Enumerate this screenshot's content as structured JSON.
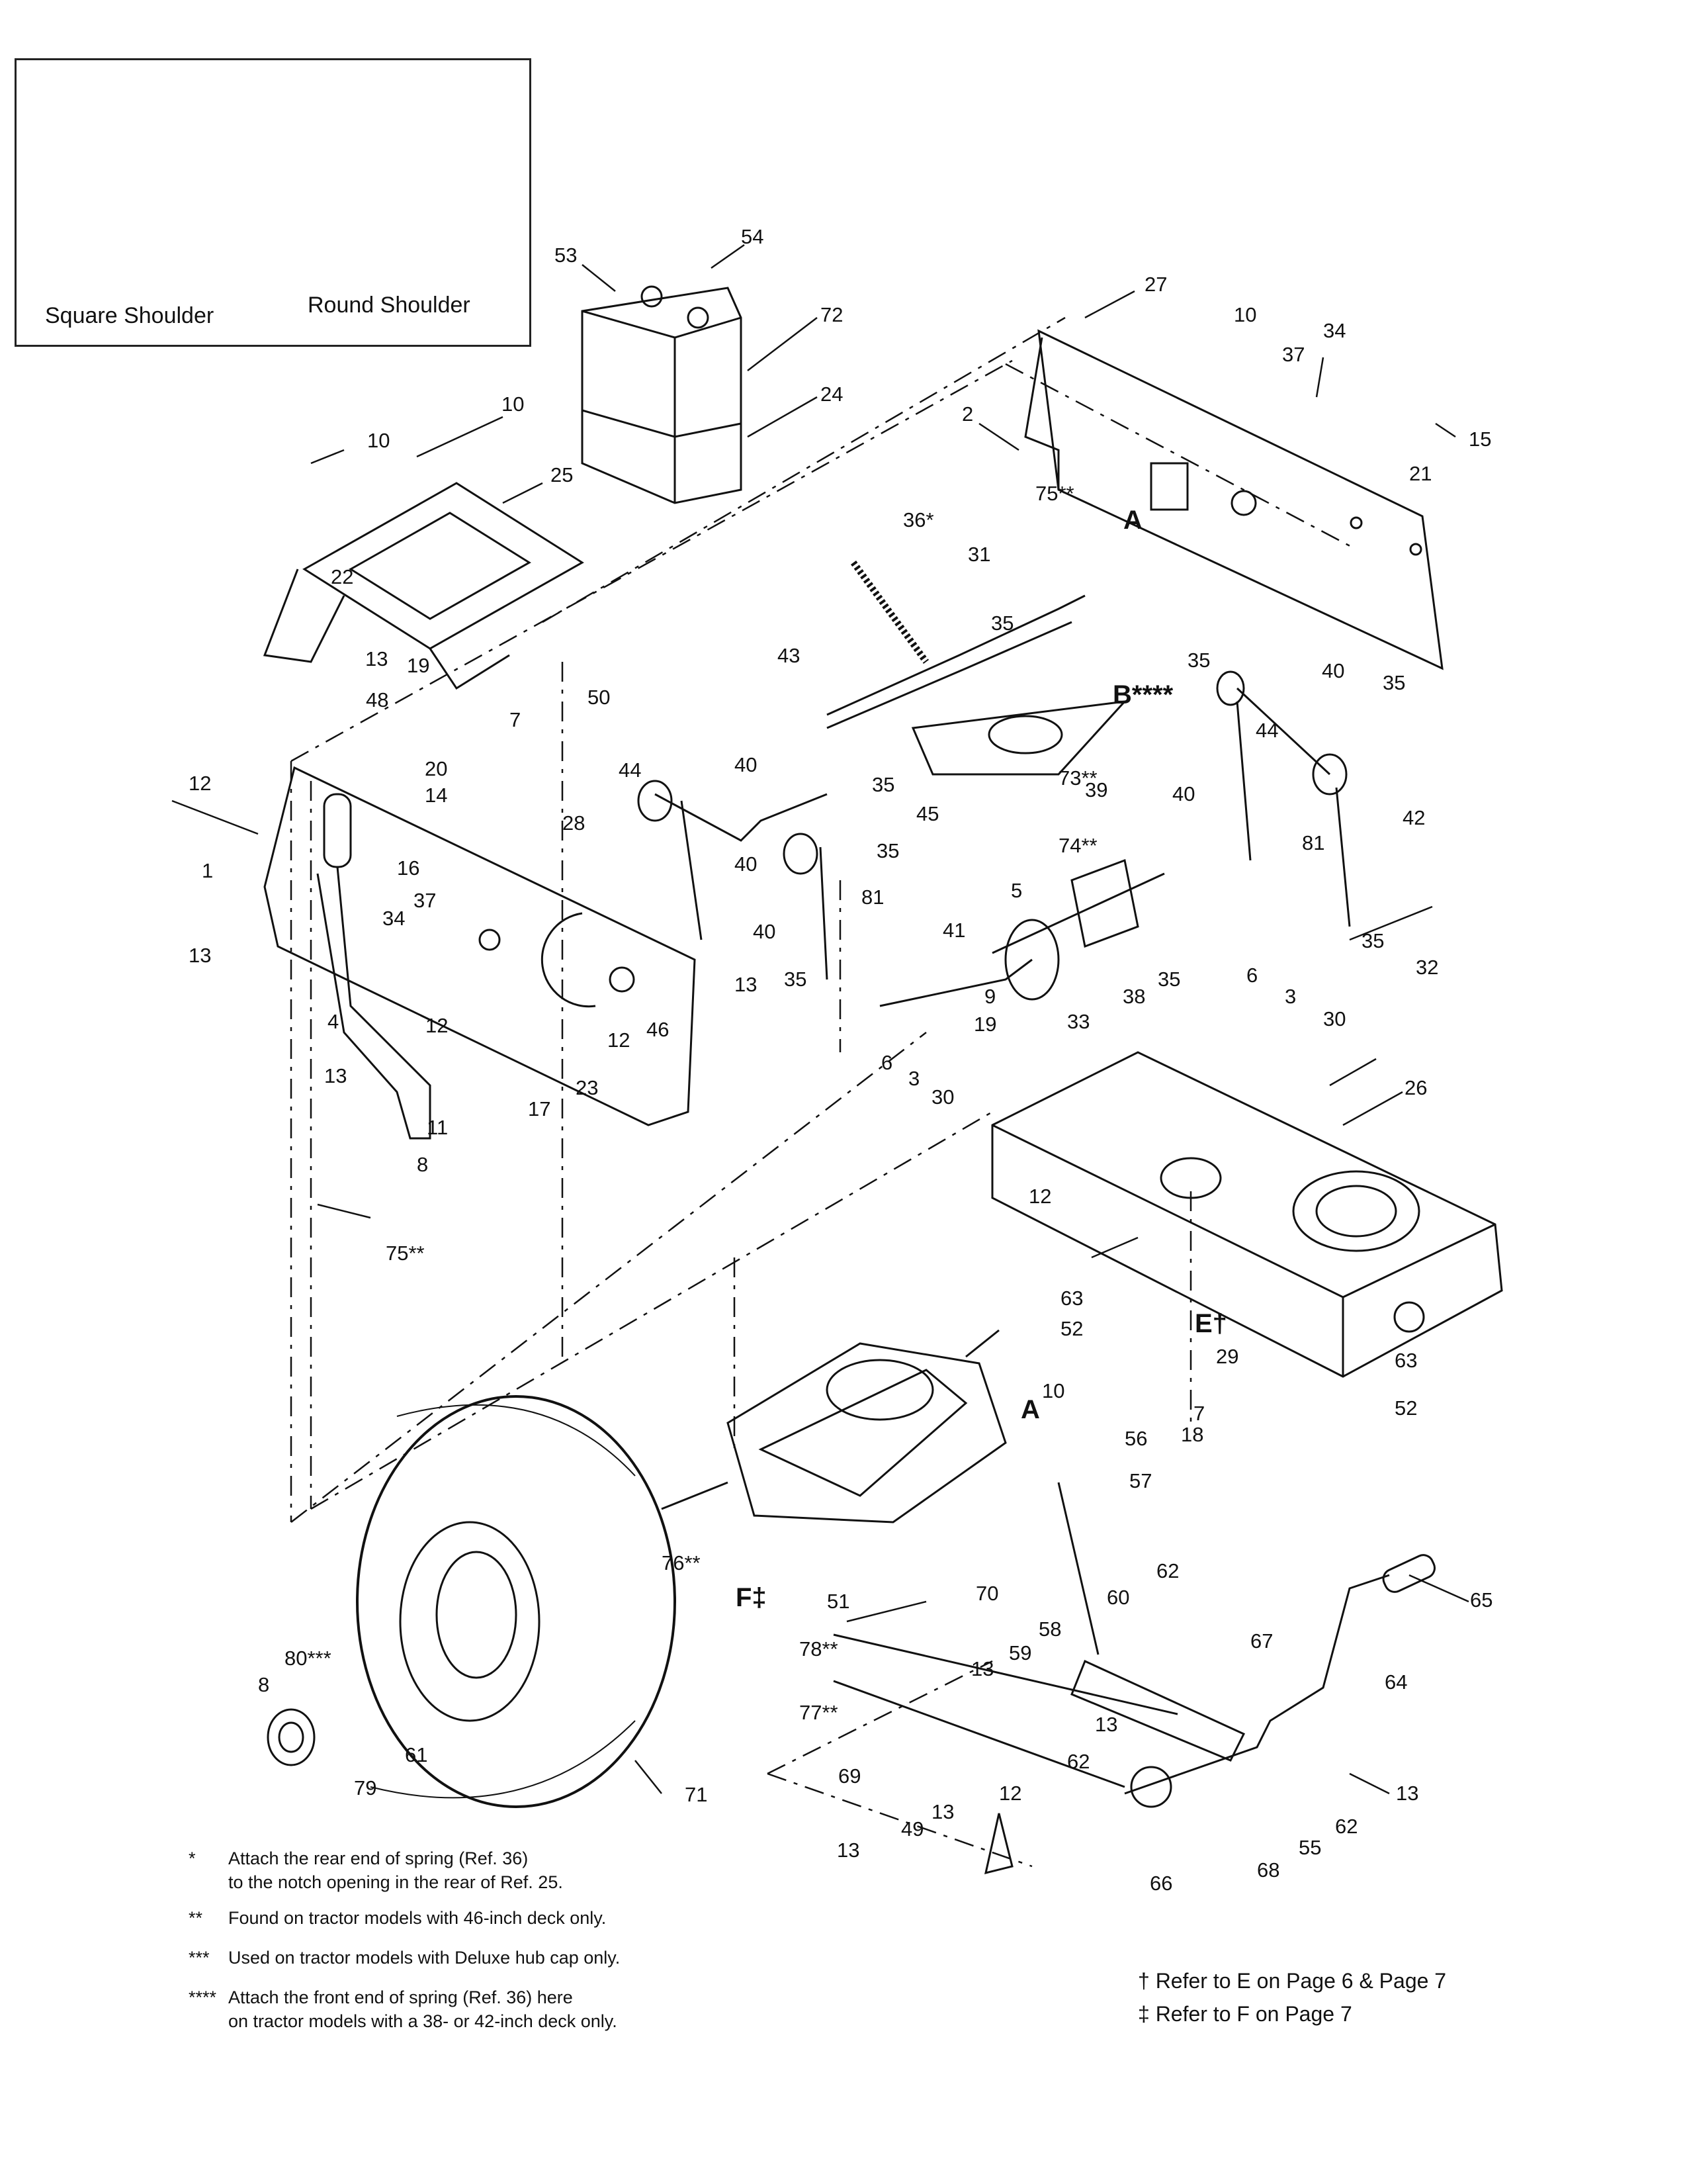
{
  "tire_legend": {
    "square_caption": "Square Shoulder",
    "round_caption": "Round Shoulder"
  },
  "callouts": [
    {
      "id": "c54",
      "text": "54"
    },
    {
      "id": "c53",
      "text": "53"
    },
    {
      "id": "c27",
      "text": "27"
    },
    {
      "id": "c72",
      "text": "72"
    },
    {
      "id": "c34a",
      "text": "34"
    },
    {
      "id": "c10a",
      "text": "10"
    },
    {
      "id": "c37a",
      "text": "37"
    },
    {
      "id": "c24",
      "text": "24"
    },
    {
      "id": "c10b",
      "text": "10"
    },
    {
      "id": "c2",
      "text": "2"
    },
    {
      "id": "c15",
      "text": "15"
    },
    {
      "id": "c10c",
      "text": "10"
    },
    {
      "id": "c21",
      "text": "21"
    },
    {
      "id": "c25",
      "text": "25"
    },
    {
      "id": "c75a",
      "text": "75**"
    },
    {
      "id": "cA1",
      "text": "A"
    },
    {
      "id": "c36",
      "text": "36*"
    },
    {
      "id": "c22",
      "text": "22"
    },
    {
      "id": "c31",
      "text": "31"
    },
    {
      "id": "c35a",
      "text": "35"
    },
    {
      "id": "c35b",
      "text": "35"
    },
    {
      "id": "c43",
      "text": "43"
    },
    {
      "id": "c13a",
      "text": "13"
    },
    {
      "id": "c19a",
      "text": "19"
    },
    {
      "id": "c50",
      "text": "50"
    },
    {
      "id": "cB",
      "text": "B****"
    },
    {
      "id": "c40a",
      "text": "40"
    },
    {
      "id": "c35c",
      "text": "35"
    },
    {
      "id": "c48",
      "text": "48"
    },
    {
      "id": "c7a",
      "text": "7"
    },
    {
      "id": "c44a",
      "text": "44"
    },
    {
      "id": "c20",
      "text": "20"
    },
    {
      "id": "c14",
      "text": "14"
    },
    {
      "id": "c35d",
      "text": "35"
    },
    {
      "id": "c73",
      "text": "73**"
    },
    {
      "id": "c39",
      "text": "39"
    },
    {
      "id": "c40b",
      "text": "40"
    },
    {
      "id": "c12a",
      "text": "12"
    },
    {
      "id": "c44b",
      "text": "44"
    },
    {
      "id": "c40c",
      "text": "40"
    },
    {
      "id": "c45",
      "text": "45"
    },
    {
      "id": "c74",
      "text": "74**"
    },
    {
      "id": "c42",
      "text": "42"
    },
    {
      "id": "c28",
      "text": "28"
    },
    {
      "id": "c81a",
      "text": "81"
    },
    {
      "id": "c81b",
      "text": "81"
    },
    {
      "id": "c35e",
      "text": "35"
    },
    {
      "id": "c1",
      "text": "1"
    },
    {
      "id": "c16",
      "text": "16"
    },
    {
      "id": "c40d",
      "text": "40"
    },
    {
      "id": "c40e",
      "text": "40"
    },
    {
      "id": "c37b",
      "text": "37"
    },
    {
      "id": "c5",
      "text": "5"
    },
    {
      "id": "c13b",
      "text": "13"
    },
    {
      "id": "c34b",
      "text": "34"
    },
    {
      "id": "c41",
      "text": "41"
    },
    {
      "id": "c35f",
      "text": "35"
    },
    {
      "id": "c32",
      "text": "32"
    },
    {
      "id": "c13c",
      "text": "13"
    },
    {
      "id": "c35g",
      "text": "35"
    },
    {
      "id": "c35h",
      "text": "35"
    },
    {
      "id": "c9",
      "text": "9"
    },
    {
      "id": "c33",
      "text": "33"
    },
    {
      "id": "c38",
      "text": "38"
    },
    {
      "id": "c6a",
      "text": "6"
    },
    {
      "id": "c4",
      "text": "4"
    },
    {
      "id": "c12b",
      "text": "12"
    },
    {
      "id": "c12c",
      "text": "12"
    },
    {
      "id": "c46",
      "text": "46"
    },
    {
      "id": "c3a",
      "text": "3"
    },
    {
      "id": "c19b",
      "text": "19"
    },
    {
      "id": "c30a",
      "text": "30"
    },
    {
      "id": "c13d",
      "text": "13"
    },
    {
      "id": "c6b",
      "text": "6"
    },
    {
      "id": "c3b",
      "text": "3"
    },
    {
      "id": "c23",
      "text": "23"
    },
    {
      "id": "c17",
      "text": "17"
    },
    {
      "id": "c30b",
      "text": "30"
    },
    {
      "id": "c26",
      "text": "26"
    },
    {
      "id": "c11",
      "text": "11"
    },
    {
      "id": "c8a",
      "text": "8"
    },
    {
      "id": "c12d",
      "text": "12"
    },
    {
      "id": "c75b",
      "text": "75**"
    },
    {
      "id": "c63a",
      "text": "63"
    },
    {
      "id": "c52a",
      "text": "52"
    },
    {
      "id": "cE",
      "text": "E†"
    },
    {
      "id": "c29",
      "text": "29"
    },
    {
      "id": "c63b",
      "text": "63"
    },
    {
      "id": "c10d",
      "text": "10"
    },
    {
      "id": "cA2",
      "text": "A"
    },
    {
      "id": "c7b",
      "text": "7"
    },
    {
      "id": "c18",
      "text": "18"
    },
    {
      "id": "c52b",
      "text": "52"
    },
    {
      "id": "c56",
      "text": "56"
    },
    {
      "id": "c57",
      "text": "57"
    },
    {
      "id": "c76",
      "text": "76**"
    },
    {
      "id": "cF",
      "text": "F‡"
    },
    {
      "id": "c51",
      "text": "51"
    },
    {
      "id": "c62a",
      "text": "62"
    },
    {
      "id": "c65",
      "text": "65"
    },
    {
      "id": "c70",
      "text": "70"
    },
    {
      "id": "c60",
      "text": "60"
    },
    {
      "id": "c78",
      "text": "78**"
    },
    {
      "id": "c58",
      "text": "58"
    },
    {
      "id": "c67",
      "text": "67"
    },
    {
      "id": "c80",
      "text": "80***"
    },
    {
      "id": "c59",
      "text": "59"
    },
    {
      "id": "c13e",
      "text": "13"
    },
    {
      "id": "c64",
      "text": "64"
    },
    {
      "id": "c8b",
      "text": "8"
    },
    {
      "id": "c77",
      "text": "77**"
    },
    {
      "id": "c13f",
      "text": "13"
    },
    {
      "id": "c61",
      "text": "61"
    },
    {
      "id": "c62b",
      "text": "62"
    },
    {
      "id": "c79",
      "text": "79"
    },
    {
      "id": "c69",
      "text": "69"
    },
    {
      "id": "c71",
      "text": "71"
    },
    {
      "id": "c13g",
      "text": "13"
    },
    {
      "id": "c12e",
      "text": "12"
    },
    {
      "id": "c62c",
      "text": "62"
    },
    {
      "id": "c13h",
      "text": "13"
    },
    {
      "id": "c49",
      "text": "49"
    },
    {
      "id": "c55",
      "text": "55"
    },
    {
      "id": "c13i",
      "text": "13"
    },
    {
      "id": "c68",
      "text": "68"
    },
    {
      "id": "c66",
      "text": "66"
    }
  ],
  "footnotes": [
    {
      "mark": "*",
      "lines": [
        "Attach the rear end of spring (Ref. 36)",
        "to the notch opening in the rear of Ref. 25."
      ]
    },
    {
      "mark": "**",
      "lines": [
        "Found on tractor models with 46-inch deck only."
      ]
    },
    {
      "mark": "***",
      "lines": [
        "Used on tractor models with Deluxe hub cap only."
      ]
    },
    {
      "mark": "****",
      "lines": [
        "Attach the front end of spring (Ref. 36) here",
        "on tractor models with a 38- or 42-inch deck only."
      ]
    }
  ],
  "refer_notes": {
    "line1": "† Refer to E on Page 6 & Page 7",
    "line2": "‡ Refer to F on Page 7"
  }
}
